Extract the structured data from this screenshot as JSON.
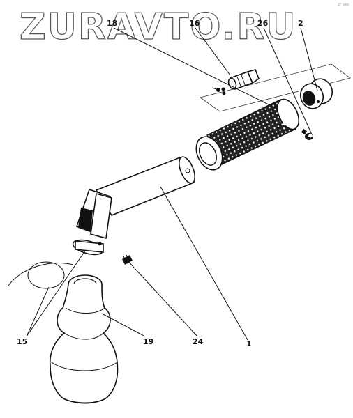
{
  "watermark": "ZURAVTO.RU",
  "corner_note": "2° see",
  "callouts": {
    "c18": "18",
    "c16": "16",
    "c26": "26",
    "c2": "2",
    "c15": "15",
    "c19": "19",
    "c24": "24",
    "c1": "1"
  }
}
